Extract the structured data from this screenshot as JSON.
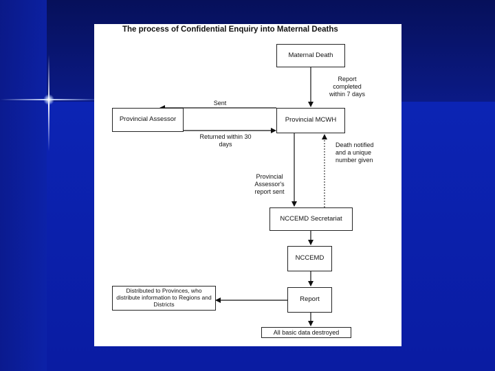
{
  "diagram": {
    "title": "The process of Confidential Enquiry into Maternal Deaths",
    "nodes": {
      "maternal_death": "Maternal Death",
      "provincial_mcwh": "Provincial MCWH",
      "provincial_assessor": "Provincial Assessor",
      "nccemd_secretariat": "NCCEMD Secretariat",
      "nccemd": "NCCEMD",
      "report": "Report",
      "distributed": "Distributed to Provinces, who distribute information  to Regions and Districts",
      "destroyed": "All basic data destroyed"
    },
    "edges": {
      "report_completed": "Report\ncompleted\nwithin 7 days",
      "sent": "Sent",
      "returned": "Returned within 30\ndays",
      "death_notified": "Death notified\nand a unique\nnumber given",
      "assessor_report_sent": "Provincial\nAssessor's\nreport sent"
    }
  }
}
